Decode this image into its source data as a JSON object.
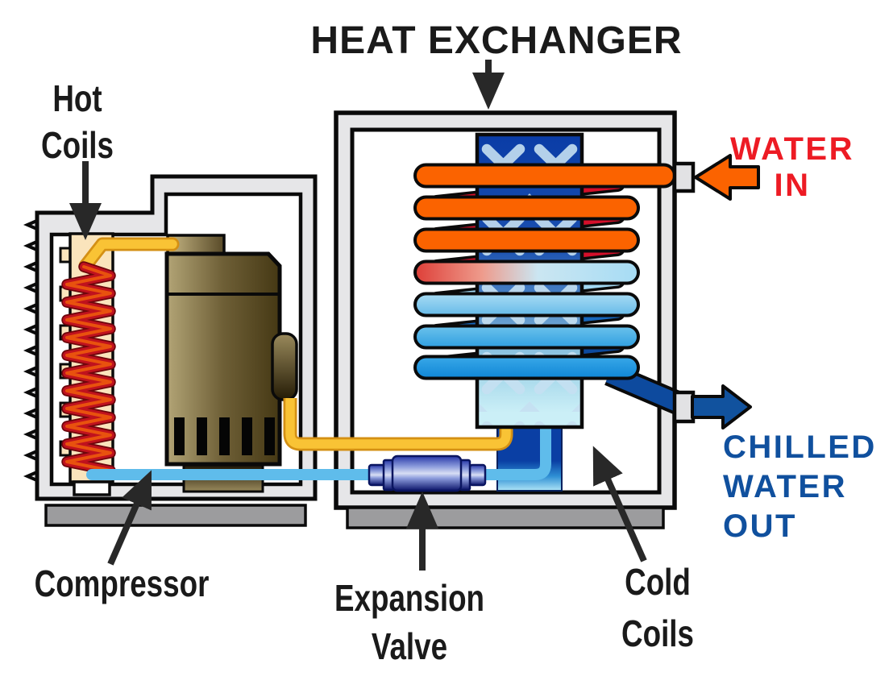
{
  "title": "HEAT EXCHANGER",
  "labels": {
    "hot_coils": {
      "line1": "Hot",
      "line2": "Coils"
    },
    "compressor": "Compressor",
    "expansion_valve": {
      "line1": "Expansion",
      "line2": "Valve"
    },
    "cold_coils": {
      "line1": "Cold",
      "line2": "Coils"
    },
    "water_in": {
      "line1": "WATER",
      "line2": "IN"
    },
    "chilled_water_out": {
      "line1": "CHILLED",
      "line2": "WATER",
      "line3": "OUT"
    }
  },
  "colors": {
    "hot_water_tube_orange": "#FB6300",
    "hot_coil_red": "#C0121E",
    "cold_pipe_light_blue": "#5FBCEB",
    "cold_tube_dark_blue": "#0D4A9E",
    "refrigerant_pipe_yellow": "#F9C335",
    "water_in_label_red": "#ED1B24",
    "chilled_label_blue": "#10509E",
    "casing_gray": "#E6E6E8",
    "base_gray": "#9C9C9E",
    "label_black": "#1A1A1A"
  }
}
